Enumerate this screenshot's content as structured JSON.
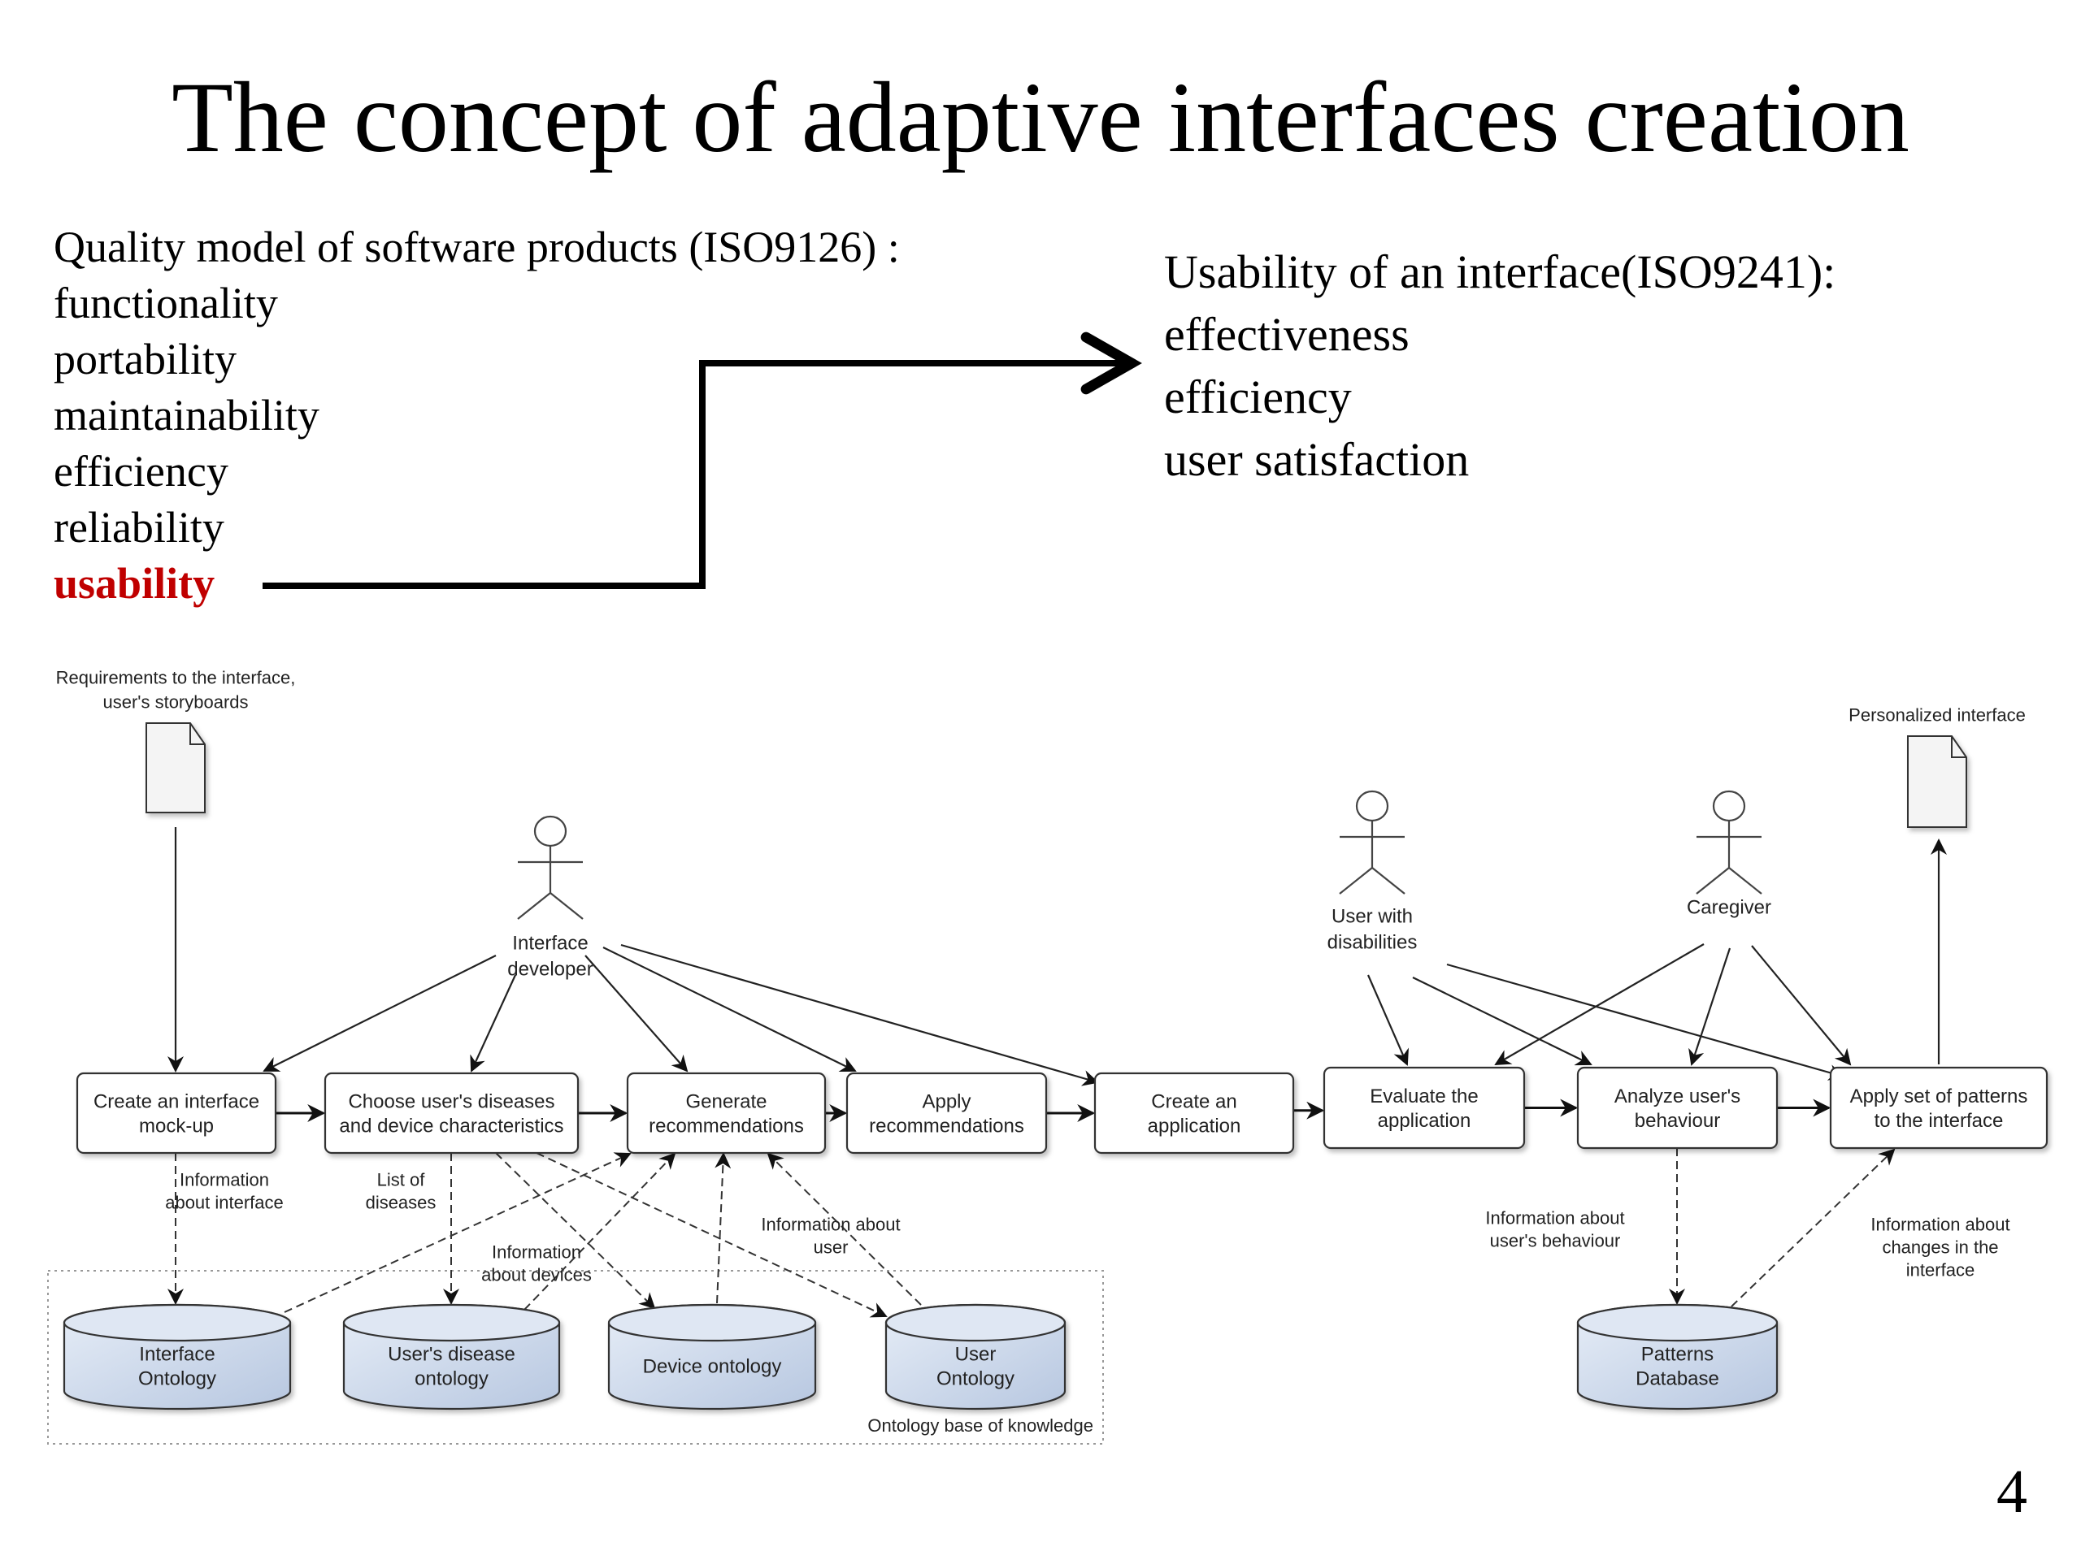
{
  "slide": {
    "title": "The concept of adaptive interfaces creation",
    "page_number": "4"
  },
  "quality_model": {
    "heading": "Quality model of software products (ISO9126) :",
    "items": [
      "functionality",
      "portability",
      "maintainability",
      "efficiency",
      "reliability",
      "usability"
    ],
    "highlighted_item": "usability",
    "highlight_color": "#c00000"
  },
  "usability_model": {
    "heading": "Usability of an interface(ISO9241):",
    "items": [
      "effectiveness",
      "efficiency",
      "user satisfaction"
    ]
  },
  "diagram": {
    "documents": {
      "requirements": [
        "Requirements to the interface,",
        "user's storyboards"
      ],
      "personalized": [
        "Personalized interface"
      ]
    },
    "actors": {
      "developer": [
        "Interface",
        "developer"
      ],
      "user": [
        "User with",
        "disabilities"
      ],
      "caregiver": [
        "Caregiver"
      ]
    },
    "processes": [
      [
        "Create an interface",
        "mock-up"
      ],
      [
        "Choose user's diseases",
        "and device characteristics"
      ],
      [
        "Generate",
        "recommendations"
      ],
      [
        "Apply",
        "recommendations"
      ],
      [
        "Create an",
        "application"
      ],
      [
        "Evaluate the",
        "application"
      ],
      [
        "Analyze user's",
        "behaviour"
      ],
      [
        "Apply set of patterns",
        "to the interface"
      ]
    ],
    "databases": [
      [
        "Interface",
        "Ontology"
      ],
      [
        "User's disease",
        "ontology"
      ],
      [
        "Device ontology"
      ],
      [
        "User",
        "Ontology"
      ],
      [
        "Patterns",
        "Database"
      ]
    ],
    "ontology_group_label": "Ontology base of knowledge",
    "flow_labels": {
      "info_interface": [
        "Information",
        "about interface"
      ],
      "list_diseases": [
        "List of",
        "diseases"
      ],
      "info_devices": [
        "Information",
        "about devices"
      ],
      "info_user": [
        "Information about",
        "user"
      ],
      "info_behaviour": [
        "Information about",
        "user's behaviour"
      ],
      "info_changes": [
        "Information about",
        "changes in the",
        "interface"
      ]
    }
  }
}
